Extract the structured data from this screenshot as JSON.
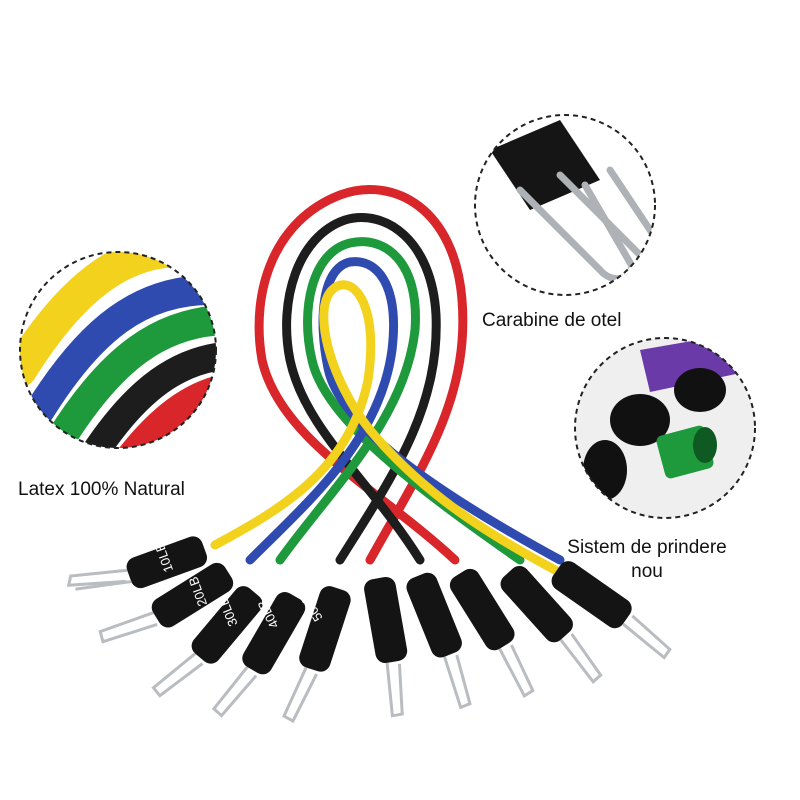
{
  "labels": {
    "latex": "Latex 100% Natural",
    "carabine": "Carabine de otel",
    "sistem_line1": "Sistem de prindere",
    "sistem_line2": "nou"
  },
  "handle_marks": {
    "h10": "10LB",
    "h20": "20LB",
    "h30": "30LB",
    "h40": "40LB",
    "h50": "50LB"
  },
  "colors": {
    "red": "#d8262b",
    "black": "#1d1d1d",
    "green": "#1e9a3c",
    "blue": "#2f4bb0",
    "yellow": "#f2d21c",
    "purple": "#6a3aa8",
    "metal": "#b9bcc0",
    "strap": "#141414"
  }
}
